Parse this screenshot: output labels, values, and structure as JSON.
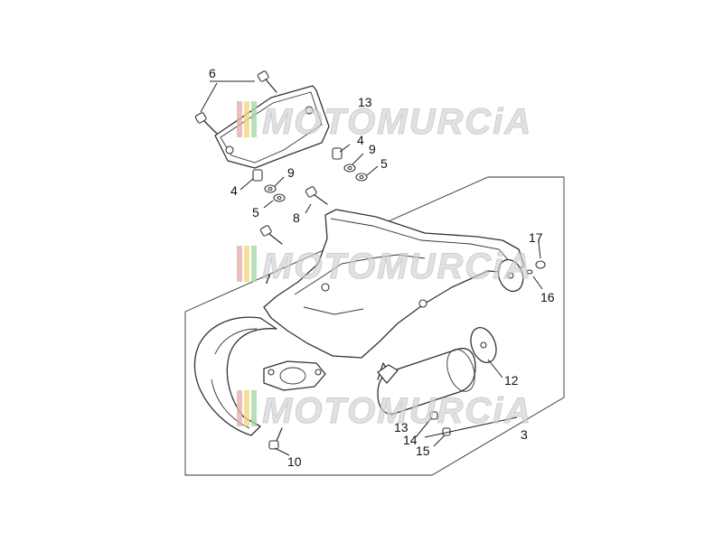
{
  "diagram": {
    "callouts": [
      {
        "id": "c6",
        "text": "6"
      },
      {
        "id": "c13a",
        "text": "13"
      },
      {
        "id": "c4a",
        "text": "4"
      },
      {
        "id": "c9a",
        "text": "9"
      },
      {
        "id": "c5a",
        "text": "5"
      },
      {
        "id": "c4b",
        "text": "4"
      },
      {
        "id": "c9b",
        "text": "9"
      },
      {
        "id": "c5b",
        "text": "5"
      },
      {
        "id": "c8",
        "text": "8"
      },
      {
        "id": "c7",
        "text": "7"
      },
      {
        "id": "c17",
        "text": "17"
      },
      {
        "id": "c16",
        "text": "16"
      },
      {
        "id": "c12",
        "text": "12"
      },
      {
        "id": "c13b",
        "text": "13"
      },
      {
        "id": "c14",
        "text": "14"
      },
      {
        "id": "c15",
        "text": "15"
      },
      {
        "id": "c3",
        "text": "3"
      },
      {
        "id": "c10",
        "text": "10"
      }
    ]
  },
  "watermark": {
    "text": "MOTOMURCiA",
    "stripe_colors": [
      "#e8b0a8",
      "#ecd98a",
      "#a8d8a8"
    ]
  }
}
